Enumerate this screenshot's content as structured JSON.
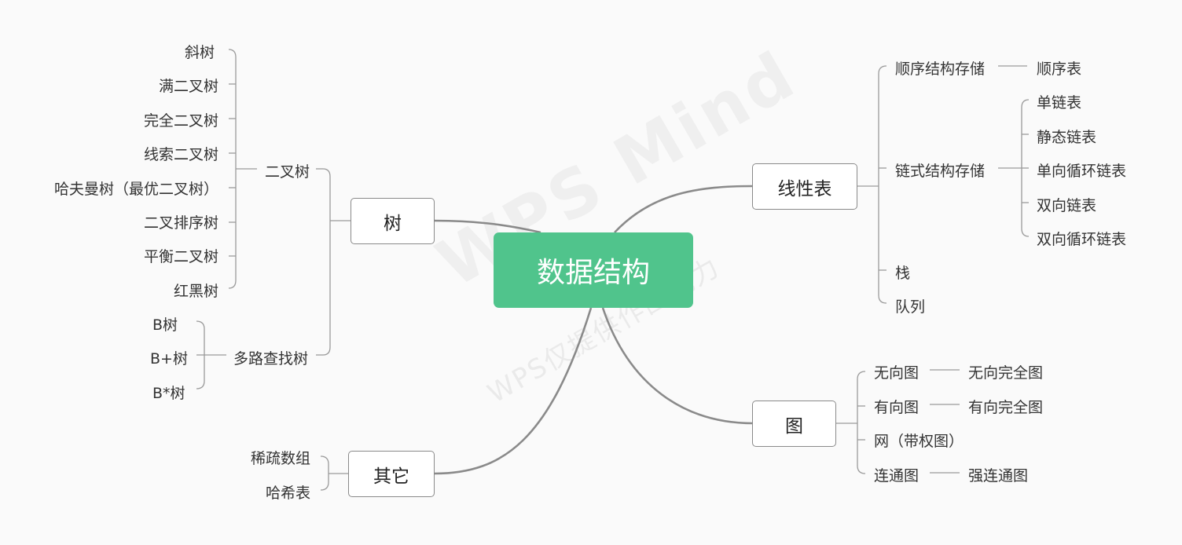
{
  "root": "数据结构",
  "watermark": {
    "main": "WPS Mind",
    "sub": "WPS仅提供作图能力"
  },
  "tree": {
    "label": "树",
    "binary_tree": {
      "label": "二叉树",
      "children": [
        "斜树",
        "满二叉树",
        "完全二叉树",
        "线索二叉树",
        "哈夫曼树（最优二叉树）",
        "二叉排序树",
        "平衡二叉树",
        "红黑树"
      ]
    },
    "multiway": {
      "label": "多路查找树",
      "children": [
        "B树",
        "B+树",
        "B*树"
      ]
    }
  },
  "other": {
    "label": "其它",
    "children": [
      "稀疏数组",
      "哈希表"
    ]
  },
  "linear": {
    "label": "线性表",
    "sequential": {
      "label": "顺序结构存储",
      "child": "顺序表"
    },
    "linked": {
      "label": "链式结构存储",
      "children": [
        "单链表",
        "静态链表",
        "单向循环链表",
        "双向链表",
        "双向循环链表"
      ]
    },
    "stack": "栈",
    "queue": "队列"
  },
  "graph": {
    "label": "图",
    "items": [
      {
        "label": "无向图",
        "child": "无向完全图"
      },
      {
        "label": "有向图",
        "child": "有向完全图"
      },
      {
        "label": "网（带权图）",
        "child": ""
      },
      {
        "label": "连通图",
        "child": "强连通图"
      }
    ]
  }
}
